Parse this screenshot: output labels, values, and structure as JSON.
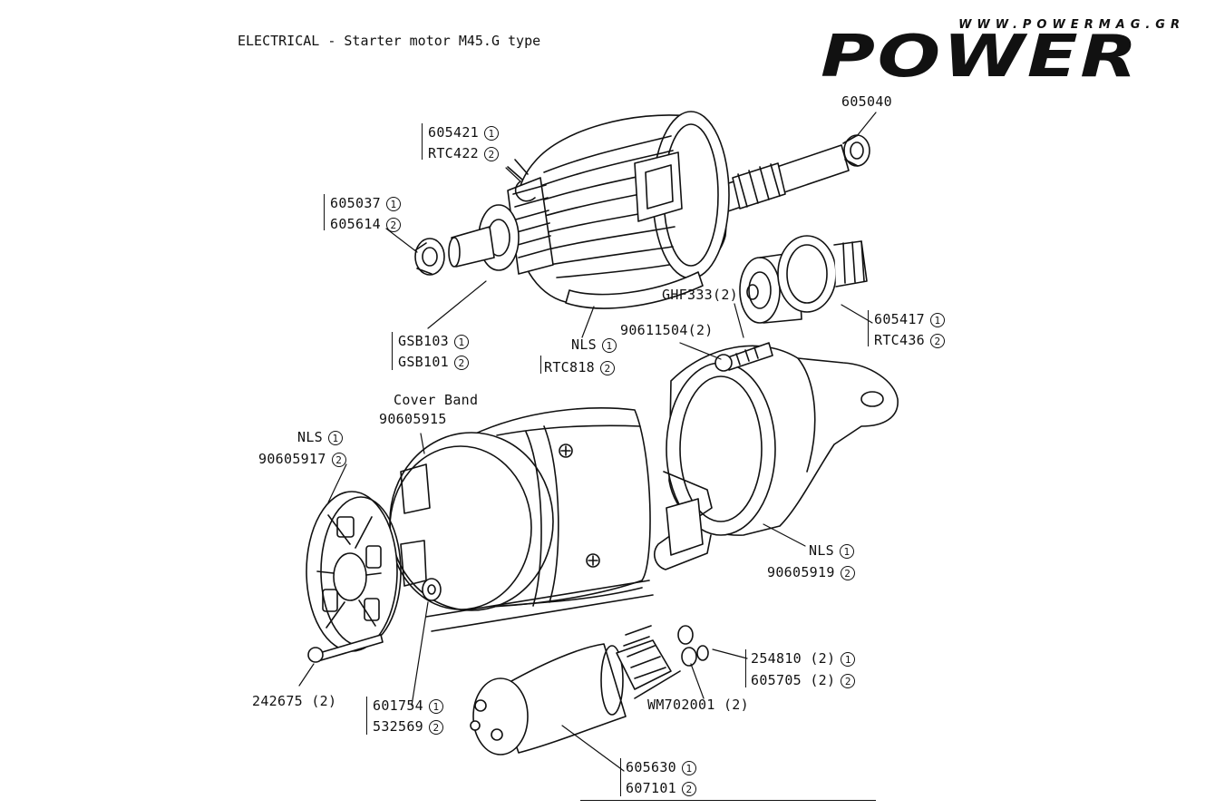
{
  "title": "ELECTRICAL - Starter motor M45.G type",
  "logo": {
    "url": "WWW.POWERMAG.GR",
    "brand": "POWER"
  },
  "labels": {
    "p605040": "605040",
    "p605421": "605421",
    "rtc422": "RTC422",
    "p605037": "605037",
    "p605614": "605614",
    "ghf333": "GHF333(2)",
    "p605417": "605417",
    "rtc436": "RTC436",
    "p90611504": "90611504(2)",
    "gsb103": "GSB103",
    "gsb101": "GSB101",
    "nls_armature": "NLS",
    "rtc818": "RTC818",
    "cover_band": "Cover Band",
    "p90605915": "90605915",
    "nls_endplate": "NLS",
    "p90605917": "90605917",
    "nls_drive": "NLS",
    "p90605919": "90605919",
    "p254810": "254810 (2)",
    "p605705": "605705 (2)",
    "wm702001": "WM702001 (2)",
    "p242675": "242675 (2)",
    "p601754": "601754",
    "p532569": "532569",
    "p605630": "605630",
    "p607101": "607101"
  },
  "markers": {
    "one": "1",
    "two": "2"
  }
}
